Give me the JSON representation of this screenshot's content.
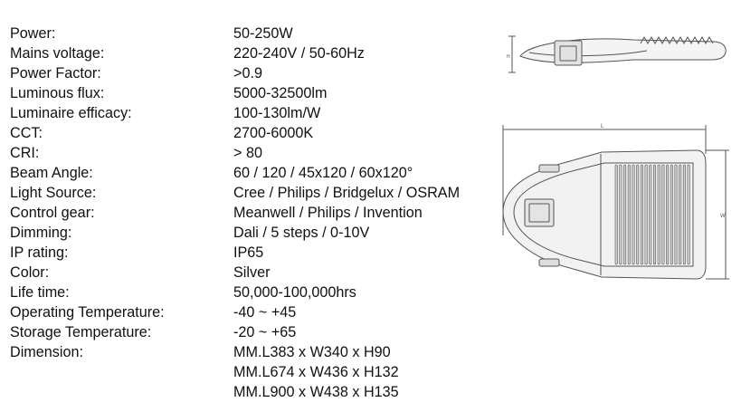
{
  "specs": [
    {
      "label": "Power:",
      "value": "50-250W"
    },
    {
      "label": "Mains voltage:",
      "value": "220-240V / 50-60Hz"
    },
    {
      "label": "Power Factor:",
      "value": ">0.9"
    },
    {
      "label": "Luminous flux:",
      "value": "5000-32500lm"
    },
    {
      "label": "Luminaire efficacy:",
      "value": "100-130lm/W"
    },
    {
      "label": "CCT:",
      "value": "2700-6000K"
    },
    {
      "label": "CRI:",
      "value": "> 80"
    },
    {
      "label": "Beam Angle:",
      "value": "60 / 120 / 45x120 / 60x120°"
    },
    {
      "label": "Light Source:",
      "value": "Cree / Philips / Bridgelux / OSRAM"
    },
    {
      "label": "Control gear:",
      "value": "Meanwell / Philips / Invention"
    },
    {
      "label": "Dimming:",
      "value": "Dali / 5 steps / 0-10V"
    },
    {
      "label": "IP rating:",
      "value": "IP65"
    },
    {
      "label": "Color:",
      "value": "Silver"
    },
    {
      "label": "Life time:",
      "value": "50,000-100,000hrs"
    },
    {
      "label": "Operating Temperature:",
      "value": "-40 ~ +45"
    },
    {
      "label": "Storage Temperature:",
      "value": "-20 ~ +65"
    },
    {
      "label": "Dimension:",
      "value": "MM.L383 x W340 x H90"
    }
  ],
  "dimension_extra": [
    "MM.L674 x W436 x H132",
    "MM.L900 x W438 x H135"
  ],
  "drawing": {
    "side_view_label": "H",
    "top_view_length_label": "L",
    "top_view_width_label": "W",
    "line_color": "#555555"
  }
}
